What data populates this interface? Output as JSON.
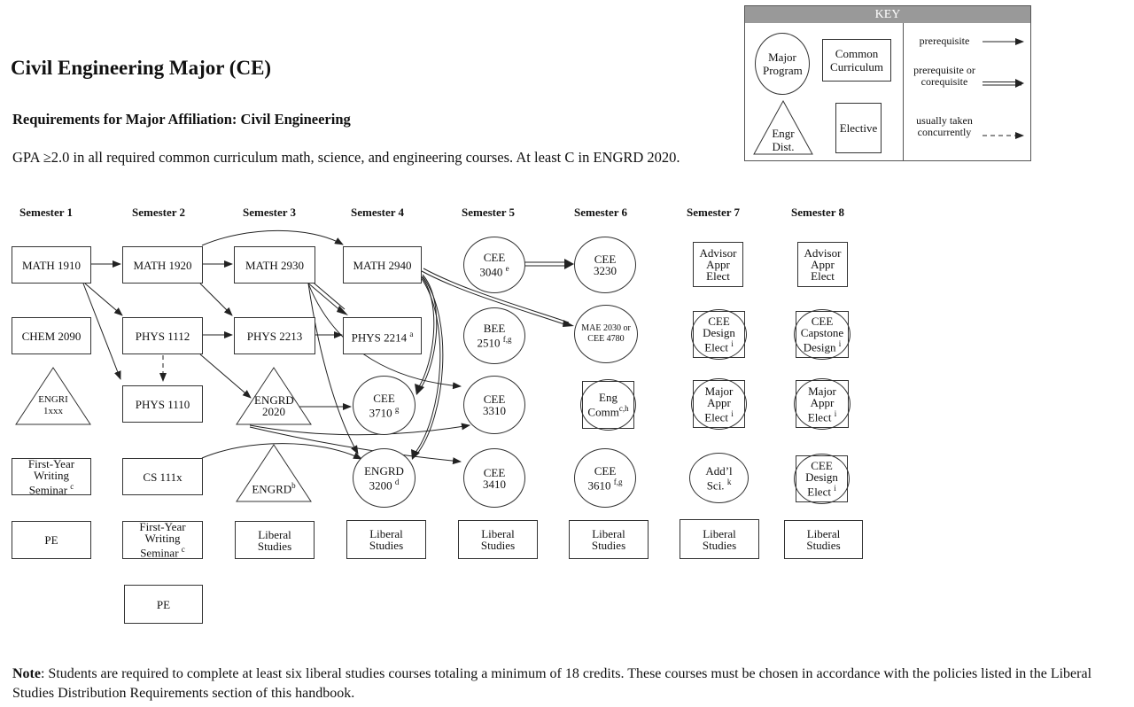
{
  "title": "Civil Engineering Major (CE)",
  "subtitle": "Requirements for Major Affiliation:  Civil Engineering",
  "gpa_text": "GPA ≥2.0 in all required common curriculum math, science, and engineering courses. At least C in ENGRD 2020.",
  "note_label": "Note",
  "note_text": ": Students are required to complete at least six liberal studies courses totaling a minimum of 18 credits.  These courses must be chosen in accordance with the policies listed in the Liberal Studies Distribution Requirements section of this handbook.",
  "key": {
    "header": "KEY",
    "major_program": "Major Program",
    "common_curriculum": "Common Curriculum",
    "engr_dist": "Engr Dist.",
    "elective": "Elective",
    "prerequisite": "prerequisite",
    "prereq_or_coreq": "prerequisite or corequisite",
    "usually_concurrent": "usually taken concurrently"
  },
  "semesters": [
    "Semester 1",
    "Semester 2",
    "Semester 3",
    "Semester 4",
    "Semester 5",
    "Semester 6",
    "Semester 7",
    "Semester 8"
  ],
  "courses": {
    "s1": {
      "math": "MATH 1910",
      "chem": "CHEM 2090",
      "engri": "ENGRI 1xxx",
      "fws": "First-Year Writing Seminar",
      "fws_sup": "c",
      "pe": "PE"
    },
    "s2": {
      "math": "MATH 1920",
      "phys1112": "PHYS 1112",
      "phys1110": "PHYS 1110",
      "cs": "CS  111x",
      "fws": "First-Year Writing Seminar",
      "fws_sup": "c",
      "pe": "PE"
    },
    "s3": {
      "math": "MATH 2930",
      "phys": "PHYS 2213",
      "engrd2020": "ENGRD 2020",
      "engrd": "ENGRD",
      "engrd_sup": "b",
      "ls": "Liberal Studies"
    },
    "s4": {
      "math": "MATH 2940",
      "phys": "PHYS 2214",
      "phys_sup": "a",
      "cee3710": "CEE 3710",
      "cee3710_sup": "g",
      "engrd3200": "ENGRD 3200",
      "engrd3200_sup": "d",
      "ls": "Liberal Studies"
    },
    "s5": {
      "cee3040": "CEE 3040",
      "cee3040_sup": "e",
      "bee2510": "BEE 2510",
      "bee2510_sup": "f,g",
      "cee3310": "CEE 3310",
      "cee3410": "CEE 3410",
      "ls": "Liberal Studies"
    },
    "s6": {
      "cee3230": "CEE 3230",
      "mae": "MAE 2030 or CEE 4780",
      "engcomm": "Eng Comm",
      "engcomm_sup": "c,h",
      "cee3610": "CEE 3610",
      "cee3610_sup": "f,g",
      "ls": "Liberal Studies"
    },
    "s7": {
      "advisor": "Advisor Appr Elect",
      "design": "CEE Design Elect",
      "design_sup": "i",
      "major": "Major Appr Elect",
      "major_sup": "i",
      "addl": "Add’l Sci.",
      "addl_sup": "k",
      "ls": "Liberal Studies"
    },
    "s8": {
      "advisor": "Advisor Appr Elect",
      "capstone": "CEE Capstone Design",
      "capstone_sup": "i",
      "major": "Major Appr Elect",
      "major_sup": "i",
      "design": "CEE Design Elect",
      "design_sup": "i",
      "ls": "Liberal Studies"
    }
  }
}
